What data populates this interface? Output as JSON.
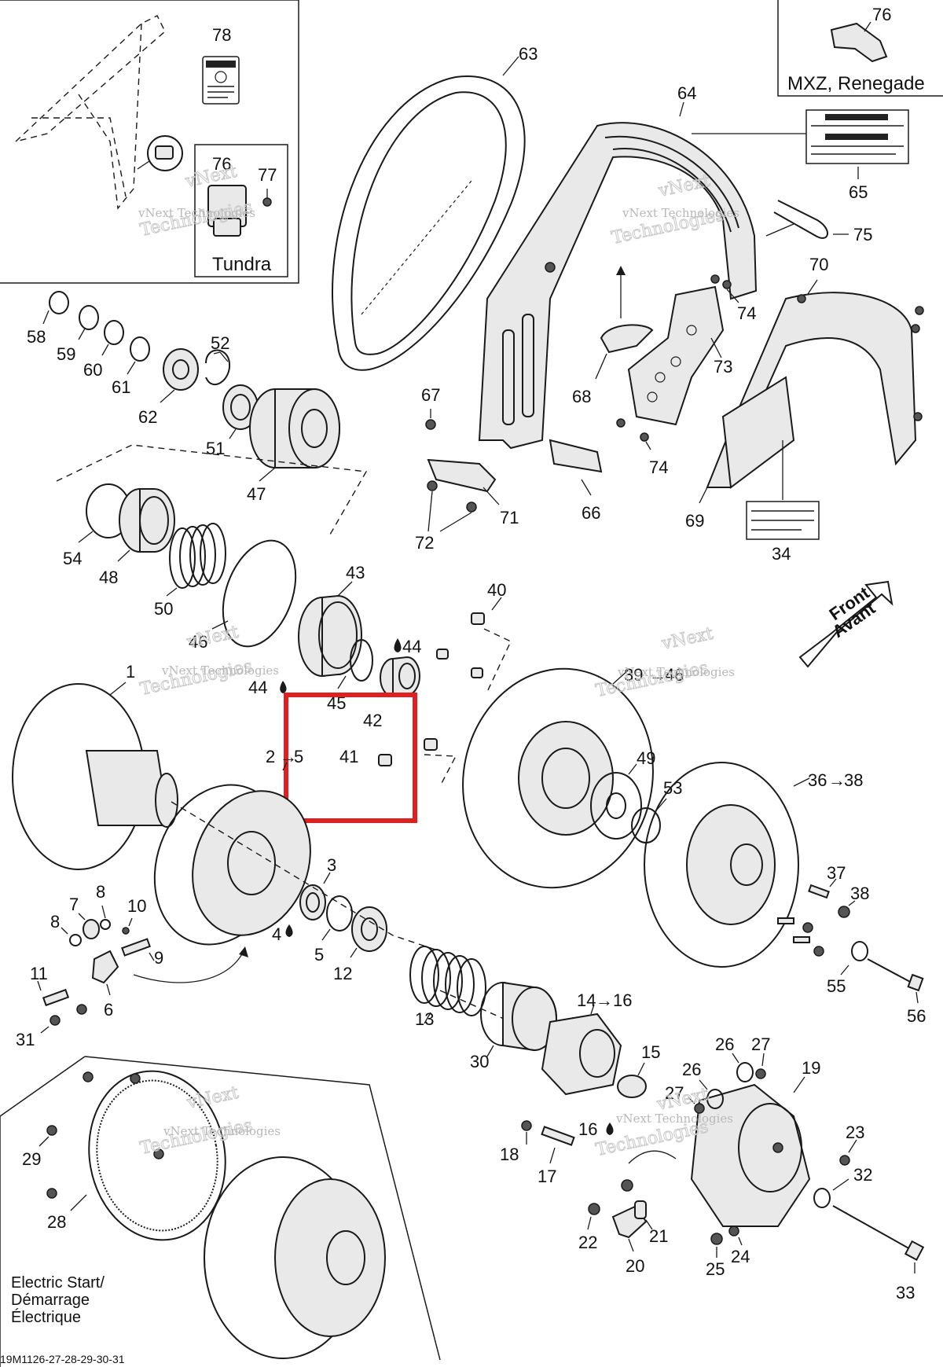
{
  "diagram": {
    "callouts": {
      "c1": "1",
      "c2_5": "2",
      "c2_5b": "5",
      "c3": "3",
      "c4": "4",
      "c5": "5",
      "c6": "6",
      "c7": "7",
      "c8a": "8",
      "c8b": "8",
      "c9": "9",
      "c10": "10",
      "c11": "11",
      "c12": "12",
      "c13": "13",
      "c14_16": "14",
      "c14_16b": "16",
      "c15": "15",
      "c16": "16",
      "c17": "17",
      "c18": "18",
      "c19": "19",
      "c20": "20",
      "c21": "21",
      "c22": "22",
      "c23": "23",
      "c24": "24",
      "c25": "25",
      "c26a": "26",
      "c26b": "26",
      "c27a": "27",
      "c27b": "27",
      "c28": "28",
      "c29": "29",
      "c30": "30",
      "c31": "31",
      "c32": "32",
      "c33": "33",
      "c34": "34",
      "c36_38": "36",
      "c36_38b": "38",
      "c37": "37",
      "c38": "38",
      "c39_46": "39",
      "c39_46b": "46",
      "c40": "40",
      "c41": "41",
      "c42": "42",
      "c43": "43",
      "c44a": "44",
      "c44b": "44",
      "c45": "45",
      "c46": "46",
      "c47": "47",
      "c48": "48",
      "c49": "49",
      "c50": "50",
      "c51": "51",
      "c52": "52",
      "c53": "53",
      "c54": "54",
      "c55": "55",
      "c56": "56",
      "c58": "58",
      "c59": "59",
      "c60": "60",
      "c61": "61",
      "c62": "62",
      "c63": "63",
      "c64": "64",
      "c65": "65",
      "c66": "66",
      "c67": "67",
      "c68": "68",
      "c69": "69",
      "c70": "70",
      "c71": "71",
      "c72": "72",
      "c73": "73",
      "c74a": "74",
      "c74b": "74",
      "c75": "75",
      "c76a": "76",
      "c76b": "76",
      "c77": "77",
      "c78": "78"
    },
    "boxes": {
      "tundra": "Tundra",
      "mxz": "MXZ, Renegade",
      "electric_1": "Electric Start/",
      "electric_2": "Démarrage",
      "electric_3": "Électrique"
    },
    "direction_1": "Front",
    "direction_2": "Avant",
    "watermark_1": "vNext",
    "watermark_2": "Technologies",
    "watermark_small": "vNext Technologies",
    "drawing_code": "19M1126-27-28-29-30-31",
    "highlight_color": "#e02020"
  }
}
